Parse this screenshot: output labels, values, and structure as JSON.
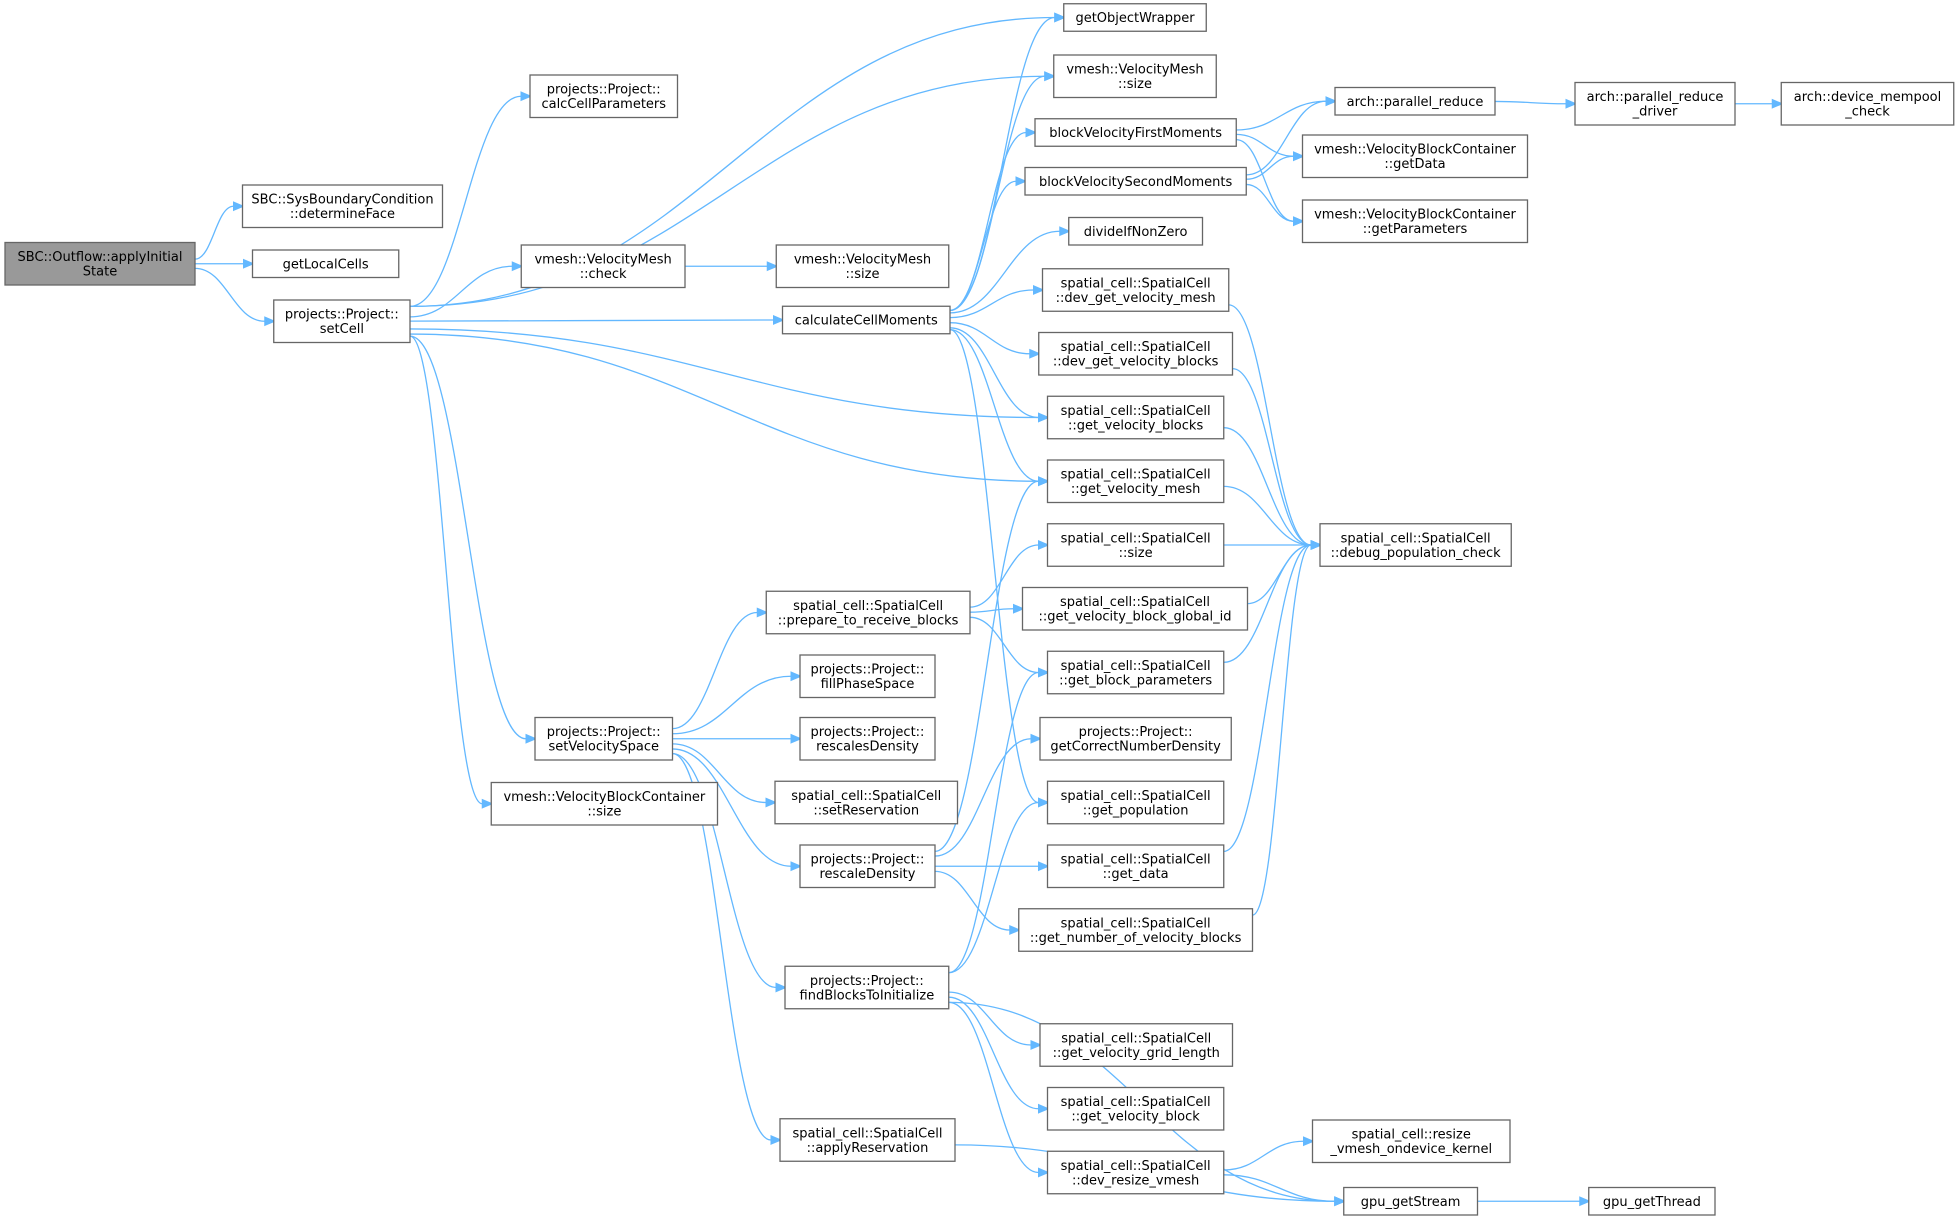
{
  "colors": {
    "edge": "#63b8ff",
    "node_border": "#666666",
    "node_fill": "#ffffff",
    "root_fill": "#999999",
    "text": "#000000"
  },
  "nodes": [
    {
      "id": "n_root",
      "lines": [
        "SBC::Outflow::applyInitial",
        "State"
      ],
      "root": true
    },
    {
      "id": "n_determineFace",
      "lines": [
        "SBC::SysBoundaryCondition",
        "::determineFace"
      ]
    },
    {
      "id": "n_getLocalCells",
      "lines": [
        "getLocalCells"
      ]
    },
    {
      "id": "n_setCell",
      "lines": [
        "projects::Project::",
        "setCell"
      ]
    },
    {
      "id": "n_calcCellParameters",
      "lines": [
        "projects::Project::",
        "calcCellParameters"
      ]
    },
    {
      "id": "n_getObjectWrapper",
      "lines": [
        "getObjectWrapper"
      ]
    },
    {
      "id": "n_vm_size_top",
      "lines": [
        "vmesh::VelocityMesh",
        "::size"
      ]
    },
    {
      "id": "n_vm_check",
      "lines": [
        "vmesh::VelocityMesh",
        "::check"
      ]
    },
    {
      "id": "n_vm_size_mid",
      "lines": [
        "vmesh::VelocityMesh",
        "::size"
      ]
    },
    {
      "id": "n_calculateCellMoments",
      "lines": [
        "calculateCellMoments"
      ]
    },
    {
      "id": "n_bvfm",
      "lines": [
        "blockVelocityFirstMoments"
      ]
    },
    {
      "id": "n_bvsm",
      "lines": [
        "blockVelocitySecondMoments"
      ]
    },
    {
      "id": "n_divideIfNonZero",
      "lines": [
        "divideIfNonZero"
      ]
    },
    {
      "id": "n_dev_get_velocity_mesh",
      "lines": [
        "spatial_cell::SpatialCell",
        "::dev_get_velocity_mesh"
      ]
    },
    {
      "id": "n_dev_get_velocity_blocks",
      "lines": [
        "spatial_cell::SpatialCell",
        "::dev_get_velocity_blocks"
      ]
    },
    {
      "id": "n_get_velocity_blocks",
      "lines": [
        "spatial_cell::SpatialCell",
        "::get_velocity_blocks"
      ]
    },
    {
      "id": "n_get_velocity_mesh",
      "lines": [
        "spatial_cell::SpatialCell",
        "::get_velocity_mesh"
      ]
    },
    {
      "id": "n_sc_size",
      "lines": [
        "spatial_cell::SpatialCell",
        "::size"
      ]
    },
    {
      "id": "n_get_velocity_block_global_id",
      "lines": [
        "spatial_cell::SpatialCell",
        "::get_velocity_block_global_id"
      ]
    },
    {
      "id": "n_get_block_parameters",
      "lines": [
        "spatial_cell::SpatialCell",
        "::get_block_parameters"
      ]
    },
    {
      "id": "n_getCorrectNumberDensity",
      "lines": [
        "projects::Project::",
        "getCorrectNumberDensity"
      ]
    },
    {
      "id": "n_get_population",
      "lines": [
        "spatial_cell::SpatialCell",
        "::get_population"
      ]
    },
    {
      "id": "n_get_data",
      "lines": [
        "spatial_cell::SpatialCell",
        "::get_data"
      ]
    },
    {
      "id": "n_get_number_of_velocity_blocks",
      "lines": [
        "spatial_cell::SpatialCell",
        "::get_number_of_velocity_blocks"
      ]
    },
    {
      "id": "n_prepare_to_receive_blocks",
      "lines": [
        "spatial_cell::SpatialCell",
        "::prepare_to_receive_blocks"
      ]
    },
    {
      "id": "n_fillPhaseSpace",
      "lines": [
        "projects::Project::",
        "fillPhaseSpace"
      ]
    },
    {
      "id": "n_rescalesDensity",
      "lines": [
        "projects::Project::",
        "rescalesDensity"
      ]
    },
    {
      "id": "n_setReservation",
      "lines": [
        "spatial_cell::SpatialCell",
        "::setReservation"
      ]
    },
    {
      "id": "n_rescaleDensity",
      "lines": [
        "projects::Project::",
        "rescaleDensity"
      ]
    },
    {
      "id": "n_setVelocitySpace",
      "lines": [
        "projects::Project::",
        "setVelocitySpace"
      ]
    },
    {
      "id": "n_vbc_size",
      "lines": [
        "vmesh::VelocityBlockContainer",
        "::size"
      ]
    },
    {
      "id": "n_findBlocksToInitialize",
      "lines": [
        "projects::Project::",
        "findBlocksToInitialize"
      ]
    },
    {
      "id": "n_applyReservation",
      "lines": [
        "spatial_cell::SpatialCell",
        "::applyReservation"
      ]
    },
    {
      "id": "n_get_velocity_grid_length",
      "lines": [
        "spatial_cell::SpatialCell",
        "::get_velocity_grid_length"
      ]
    },
    {
      "id": "n_get_velocity_block",
      "lines": [
        "spatial_cell::SpatialCell",
        "::get_velocity_block"
      ]
    },
    {
      "id": "n_dev_resize_vmesh",
      "lines": [
        "spatial_cell::SpatialCell",
        "::dev_resize_vmesh"
      ]
    },
    {
      "id": "n_parallel_reduce",
      "lines": [
        "arch::parallel_reduce"
      ]
    },
    {
      "id": "n_parallel_reduce_driver",
      "lines": [
        "arch::parallel_reduce",
        "_driver"
      ]
    },
    {
      "id": "n_device_mempool_check",
      "lines": [
        "arch::device_mempool",
        "_check"
      ]
    },
    {
      "id": "n_vbc_getData",
      "lines": [
        "vmesh::VelocityBlockContainer",
        "::getData"
      ]
    },
    {
      "id": "n_vbc_getParameters",
      "lines": [
        "vmesh::VelocityBlockContainer",
        "::getParameters"
      ]
    },
    {
      "id": "n_debug_population_check",
      "lines": [
        "spatial_cell::SpatialCell",
        "::debug_population_check"
      ]
    },
    {
      "id": "n_resize_vmesh_ondevice_kernel",
      "lines": [
        "spatial_cell::resize",
        "_vmesh_ondevice_kernel"
      ]
    },
    {
      "id": "n_gpu_getStream",
      "lines": [
        "gpu_getStream"
      ]
    },
    {
      "id": "n_gpu_getThread",
      "lines": [
        "gpu_getThread"
      ]
    }
  ],
  "edges": [
    [
      "n_root",
      "n_determineFace"
    ],
    [
      "n_root",
      "n_getLocalCells"
    ],
    [
      "n_root",
      "n_setCell"
    ],
    [
      "n_setCell",
      "n_calcCellParameters"
    ],
    [
      "n_setCell",
      "n_getObjectWrapper"
    ],
    [
      "n_setCell",
      "n_vm_size_top"
    ],
    [
      "n_setCell",
      "n_vm_check"
    ],
    [
      "n_setCell",
      "n_calculateCellMoments"
    ],
    [
      "n_setCell",
      "n_get_velocity_blocks"
    ],
    [
      "n_setCell",
      "n_get_velocity_mesh"
    ],
    [
      "n_setCell",
      "n_setVelocitySpace"
    ],
    [
      "n_setCell",
      "n_vbc_size"
    ],
    [
      "n_vm_check",
      "n_vm_size_mid"
    ],
    [
      "n_calculateCellMoments",
      "n_getObjectWrapper"
    ],
    [
      "n_calculateCellMoments",
      "n_vm_size_top"
    ],
    [
      "n_calculateCellMoments",
      "n_bvfm"
    ],
    [
      "n_calculateCellMoments",
      "n_bvsm"
    ],
    [
      "n_calculateCellMoments",
      "n_divideIfNonZero"
    ],
    [
      "n_calculateCellMoments",
      "n_dev_get_velocity_mesh"
    ],
    [
      "n_calculateCellMoments",
      "n_dev_get_velocity_blocks"
    ],
    [
      "n_calculateCellMoments",
      "n_get_velocity_blocks"
    ],
    [
      "n_calculateCellMoments",
      "n_get_velocity_mesh"
    ],
    [
      "n_calculateCellMoments",
      "n_get_population"
    ],
    [
      "n_bvfm",
      "n_parallel_reduce"
    ],
    [
      "n_bvfm",
      "n_vbc_getData"
    ],
    [
      "n_bvfm",
      "n_vbc_getParameters"
    ],
    [
      "n_bvsm",
      "n_parallel_reduce"
    ],
    [
      "n_bvsm",
      "n_vbc_getData"
    ],
    [
      "n_bvsm",
      "n_vbc_getParameters"
    ],
    [
      "n_parallel_reduce",
      "n_parallel_reduce_driver"
    ],
    [
      "n_parallel_reduce_driver",
      "n_device_mempool_check"
    ],
    [
      "n_dev_get_velocity_mesh",
      "n_debug_population_check"
    ],
    [
      "n_dev_get_velocity_blocks",
      "n_debug_population_check"
    ],
    [
      "n_get_velocity_blocks",
      "n_debug_population_check"
    ],
    [
      "n_get_velocity_mesh",
      "n_debug_population_check"
    ],
    [
      "n_sc_size",
      "n_debug_population_check"
    ],
    [
      "n_get_velocity_block_global_id",
      "n_debug_population_check"
    ],
    [
      "n_get_block_parameters",
      "n_debug_population_check"
    ],
    [
      "n_get_data",
      "n_debug_population_check"
    ],
    [
      "n_get_number_of_velocity_blocks",
      "n_debug_population_check"
    ],
    [
      "n_setVelocitySpace",
      "n_prepare_to_receive_blocks"
    ],
    [
      "n_setVelocitySpace",
      "n_fillPhaseSpace"
    ],
    [
      "n_setVelocitySpace",
      "n_rescalesDensity"
    ],
    [
      "n_setVelocitySpace",
      "n_setReservation"
    ],
    [
      "n_setVelocitySpace",
      "n_rescaleDensity"
    ],
    [
      "n_setVelocitySpace",
      "n_findBlocksToInitialize"
    ],
    [
      "n_setVelocitySpace",
      "n_applyReservation"
    ],
    [
      "n_prepare_to_receive_blocks",
      "n_sc_size"
    ],
    [
      "n_prepare_to_receive_blocks",
      "n_get_velocity_block_global_id"
    ],
    [
      "n_prepare_to_receive_blocks",
      "n_get_block_parameters"
    ],
    [
      "n_rescaleDensity",
      "n_get_velocity_mesh"
    ],
    [
      "n_rescaleDensity",
      "n_getCorrectNumberDensity"
    ],
    [
      "n_rescaleDensity",
      "n_get_data"
    ],
    [
      "n_rescaleDensity",
      "n_get_number_of_velocity_blocks"
    ],
    [
      "n_findBlocksToInitialize",
      "n_get_block_parameters"
    ],
    [
      "n_findBlocksToInitialize",
      "n_get_population"
    ],
    [
      "n_findBlocksToInitialize",
      "n_get_velocity_grid_length"
    ],
    [
      "n_findBlocksToInitialize",
      "n_get_velocity_block"
    ],
    [
      "n_findBlocksToInitialize",
      "n_dev_resize_vmesh"
    ],
    [
      "n_findBlocksToInitialize",
      "n_gpu_getStream"
    ],
    [
      "n_applyReservation",
      "n_gpu_getStream"
    ],
    [
      "n_dev_resize_vmesh",
      "n_resize_vmesh_ondevice_kernel"
    ],
    [
      "n_dev_resize_vmesh",
      "n_gpu_getStream"
    ],
    [
      "n_gpu_getStream",
      "n_gpu_getThread"
    ]
  ]
}
